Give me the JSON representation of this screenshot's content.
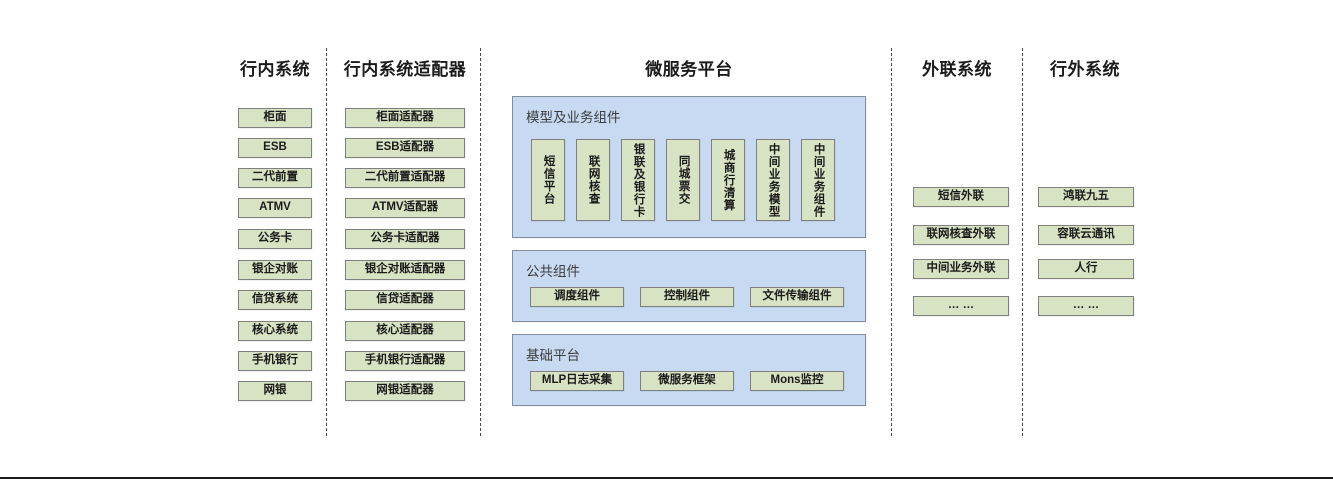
{
  "diagram": {
    "title_row": [
      {
        "label": "行内系统"
      },
      {
        "label": "行内系统适配器"
      },
      {
        "label": "微服务平台"
      },
      {
        "label": "外联系统"
      },
      {
        "label": "行外系统"
      }
    ],
    "columns": {
      "in_bank_systems": {
        "title": "行内系统",
        "items": [
          "柜面",
          "ESB",
          "二代前置",
          "ATMV",
          "公务卡",
          "银企对账",
          "信贷系统",
          "核心系统",
          "手机银行",
          "网银"
        ]
      },
      "in_bank_adapters": {
        "title": "行内系统适配器",
        "items": [
          "柜面适配器",
          "ESB适配器",
          "二代前置适配器",
          "ATMV适配器",
          "公务卡适配器",
          "银企对账适配器",
          "信贷适配器",
          "核心适配器",
          "手机银行适配器",
          "网银适配器"
        ]
      },
      "microservice_platform": {
        "title": "微服务平台",
        "panels": [
          {
            "title": "模型及业务组件",
            "orientation": "vertical",
            "items": [
              "短信平台",
              "联网核查",
              "银联及银行卡",
              "同城票交",
              "城商行清算",
              "中间业务模型",
              "中间业务组件"
            ]
          },
          {
            "title": "公共组件",
            "orientation": "horizontal",
            "items": [
              "调度组件",
              "控制组件",
              "文件传输组件"
            ]
          },
          {
            "title": "基础平台",
            "orientation": "horizontal",
            "items": [
              "MLP日志采集",
              "微服务框架",
              "Mons监控"
            ]
          }
        ]
      },
      "external_link_systems": {
        "title": "外联系统",
        "items": [
          "短信外联",
          "联网核查外联",
          "中间业务外联",
          "… …"
        ]
      },
      "off_bank_systems": {
        "title": "行外系统",
        "items": [
          "鸿联九五",
          "容联云通讯",
          "人行",
          "… …"
        ]
      }
    },
    "colors": {
      "node_fill": "#d7e3c3",
      "node_border": "#7f7f7f",
      "panel_fill": "#c7daf1",
      "panel_border": "#7f8fa0",
      "divider": "#4a4a4a",
      "text": "#1b1b1b",
      "panel_title_text": "#3d3d3d",
      "background": "#ffffff"
    }
  }
}
